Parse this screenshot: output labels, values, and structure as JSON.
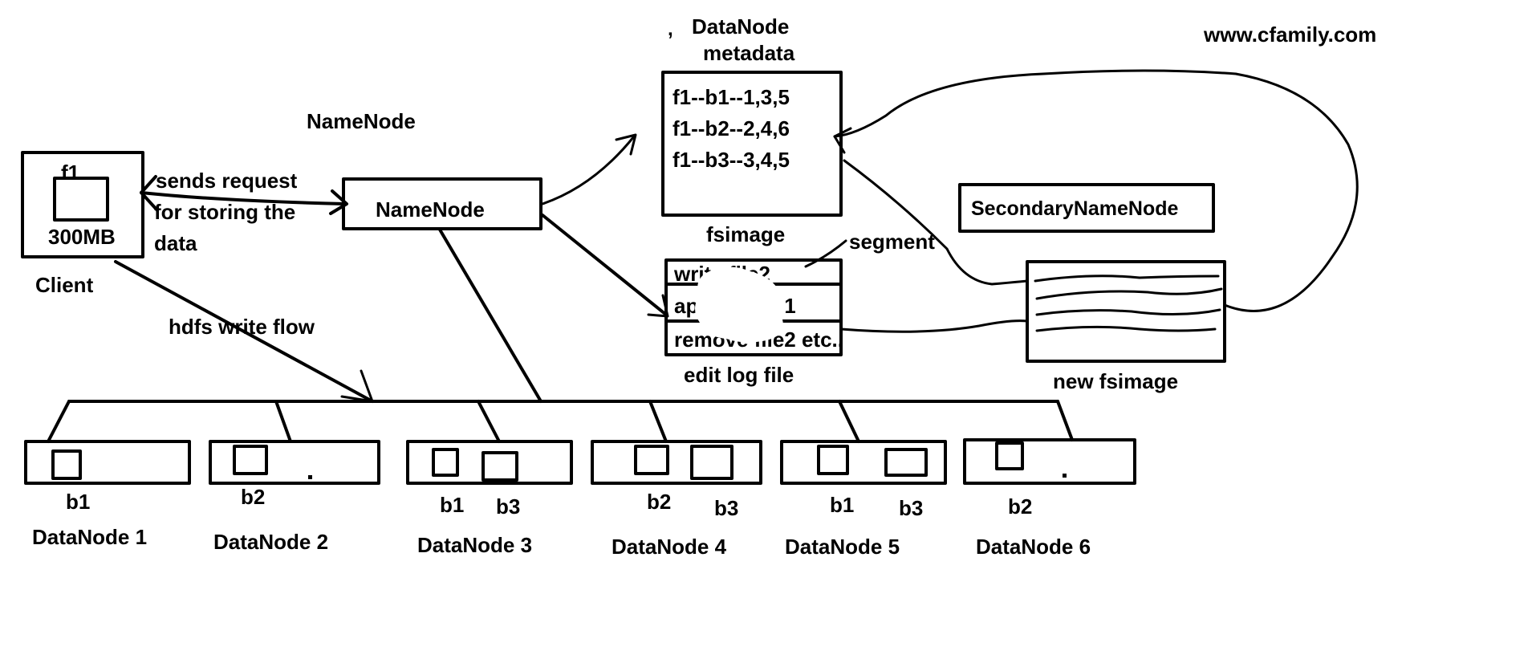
{
  "watermark": "www.cfamily.com",
  "client": {
    "file_label": "f1",
    "size_label": "300MB",
    "caption": "Client"
  },
  "request_note": {
    "line1": "sends request",
    "line2": "for storing the",
    "line3": "data"
  },
  "namenode": {
    "heading": "NameNode",
    "box_label": "NameNode"
  },
  "fsimage": {
    "header_line1": "DataNode",
    "header_line2": "metadata",
    "rows": [
      "f1--b1--1,3,5",
      "f1--b2--2,4,6",
      "f1--b3--3,4,5"
    ],
    "caption": "fsimage"
  },
  "editlog": {
    "segment_label": "segment",
    "rows": [
      "write file2",
      "append file1",
      "remove file2  etc.."
    ],
    "caption": "edit log file"
  },
  "secondary": {
    "label": "SecondaryNameNode",
    "new_image_caption": "new fsimage"
  },
  "flow_label": "hdfs write flow",
  "datanodes": [
    {
      "name": "DataNode 1",
      "blocks": [
        "b1"
      ]
    },
    {
      "name": "DataNode 2",
      "blocks": [
        "b2"
      ]
    },
    {
      "name": "DataNode 3",
      "blocks": [
        "b1",
        "b3"
      ]
    },
    {
      "name": "DataNode 4",
      "blocks": [
        "b2",
        "b3"
      ]
    },
    {
      "name": "DataNode 5",
      "blocks": [
        "b1",
        "b3"
      ]
    },
    {
      "name": "DataNode 6",
      "blocks": [
        "b2"
      ]
    }
  ]
}
